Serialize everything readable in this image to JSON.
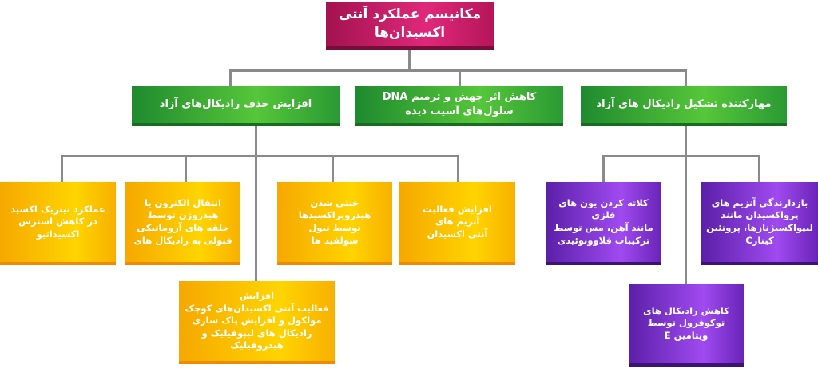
{
  "title": "مکانیسم عملکرد آنتی اکسیدان‌ها",
  "categories": [
    {
      "label": "افزایش حذف رادیکال‌های آزاد"
    },
    {
      "label": "کاهش اثر جهش و ترمیم DNA\nسلول‌های آسیب دیده"
    },
    {
      "label": "مهارکننده تشکیل رادیکال های آزاد"
    }
  ],
  "scavenging_items": [
    "عملکرد نیتریک اکسید\nدر کاهش استرس\nاکسیداتیو",
    "انتقال الکترون یا\nهیدروژن توسط\nحلقه های آروماتیکی\nفنولی به رادیکال های",
    "خنثی شدن\nهیدروپراکسیدها\nتوسط تیول\nسولفید ها",
    "افزایش فعالیت\nآنزیم های\nآنتی اکسیدان",
    "افزایش\nفعالیت آنتی اکسیدان‌های کوچک\nمولکول و افزایش پاک سازی\nرادیکال های لیپوفیلیک و\nهیدروفیلیک"
  ],
  "inhibition_items": [
    "کلاته کردن یون های\nفلزی\nمانند آهن، مس توسط\nترکیبات فلاوونوئیدی",
    "بازدارندگی آنزیم های\nپرواکسیدان مانند\nلیپواکسیژنازها، پروتئین\nکینازC",
    "کاهش رادیکال های\nتوکوفرول توسط\nویتامین E"
  ],
  "colors": {
    "title": "#d0246f",
    "category": "#3aa838",
    "scavenging": "#ffc400",
    "inhibition": "#7b30c8"
  }
}
